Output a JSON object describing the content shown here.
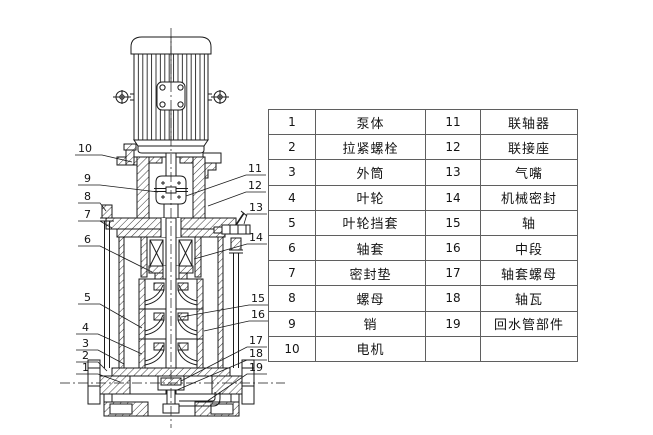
{
  "diagram": {
    "name": "vertical-multistage-pump-cross-section",
    "callouts": [
      "1",
      "2",
      "3",
      "4",
      "5",
      "6",
      "7",
      "8",
      "9",
      "10",
      "11",
      "12",
      "13",
      "14",
      "15",
      "16",
      "17",
      "18",
      "19"
    ]
  },
  "table": {
    "rows": [
      {
        "no1": "1",
        "name1": "泵体",
        "no2": "11",
        "name2": "联轴器"
      },
      {
        "no1": "2",
        "name1": "拉紧螺栓",
        "no2": "12",
        "name2": "联接座"
      },
      {
        "no1": "3",
        "name1": "外筒",
        "no2": "13",
        "name2": "气嘴"
      },
      {
        "no1": "4",
        "name1": "叶轮",
        "no2": "14",
        "name2": "机械密封"
      },
      {
        "no1": "5",
        "name1": "叶轮挡套",
        "no2": "15",
        "name2": "轴"
      },
      {
        "no1": "6",
        "name1": "轴套",
        "no2": "16",
        "name2": "中段"
      },
      {
        "no1": "7",
        "name1": "密封垫",
        "no2": "17",
        "name2": "轴套螺母"
      },
      {
        "no1": "8",
        "name1": "螺母",
        "no2": "18",
        "name2": "轴瓦"
      },
      {
        "no1": "9",
        "name1": "销",
        "no2": "19",
        "name2": "回水管部件"
      },
      {
        "no1": "10",
        "name1": "电机",
        "no2": "",
        "name2": ""
      }
    ]
  }
}
